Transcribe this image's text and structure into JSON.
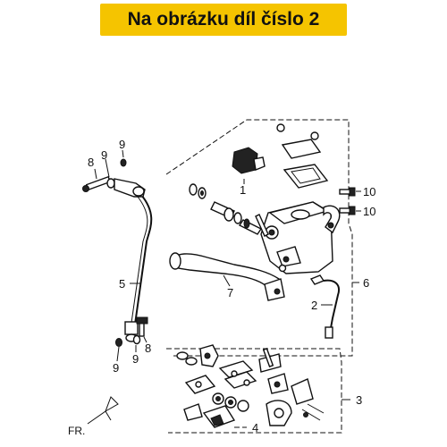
{
  "header": {
    "title": "Na obrázku díl číslo 2"
  },
  "labels": {
    "p1": "1",
    "p2": "2",
    "p3": "3",
    "p4": "4",
    "p5": "5",
    "p6": "6",
    "p7": "7",
    "p8_top": "8",
    "p8_bottom": "8",
    "p9_top_left": "9",
    "p9_top_right": "9",
    "p9_bottom_left": "9",
    "p9_bottom_right": "9",
    "p10_top": "10",
    "p10_bottom": "10",
    "front_marker": "FR."
  },
  "colors": {
    "title_background": "#f5c400",
    "title_text": "#111111",
    "line": "#111111"
  }
}
